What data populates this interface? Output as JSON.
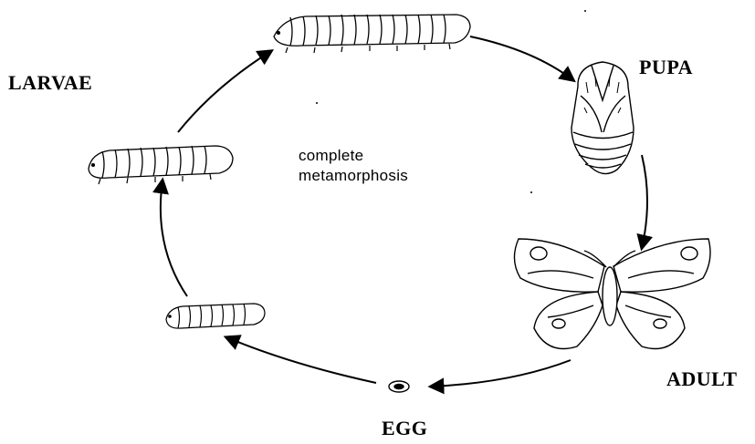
{
  "labels": {
    "larvae": "LARVAE",
    "pupa": "PUPA",
    "adult": "ADULT",
    "egg": "EGG"
  },
  "center": {
    "line1": "complete",
    "line2": "metamorphosis"
  },
  "colors": {
    "ink": "#000000",
    "background": "#ffffff"
  },
  "cycle_order": [
    "egg",
    "larva-small",
    "larva-medium",
    "larva-large",
    "pupa",
    "adult"
  ]
}
